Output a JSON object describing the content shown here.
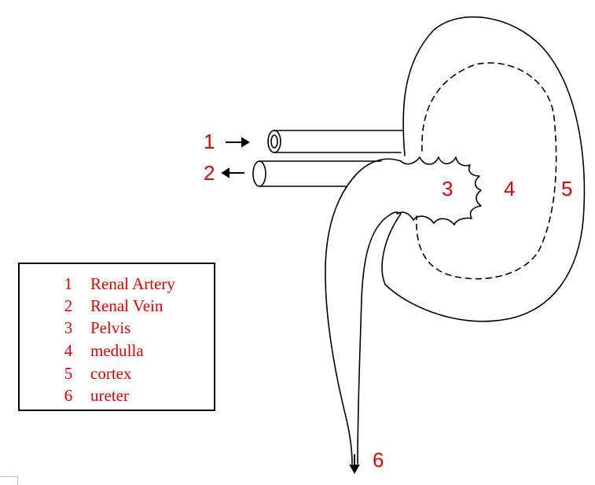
{
  "colors": {
    "label": "#e00000",
    "outline": "#000000"
  },
  "diagram_labels": [
    {
      "id": "1",
      "text": "1"
    },
    {
      "id": "2",
      "text": "2"
    },
    {
      "id": "3",
      "text": "3"
    },
    {
      "id": "4",
      "text": "4"
    },
    {
      "id": "5",
      "text": "5"
    },
    {
      "id": "6",
      "text": "6"
    }
  ],
  "legend": [
    {
      "num": "1",
      "text": "Renal Artery"
    },
    {
      "num": "2",
      "text": "Renal Vein"
    },
    {
      "num": "3",
      "text": "Pelvis"
    },
    {
      "num": "4",
      "text": "medulla"
    },
    {
      "num": "5",
      "text": "cortex"
    },
    {
      "num": "6",
      "text": "ureter"
    }
  ]
}
